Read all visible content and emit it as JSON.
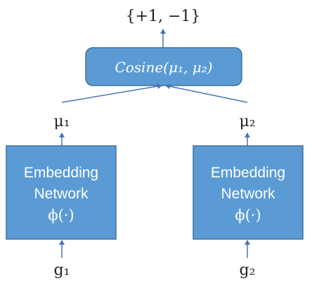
{
  "output_label": "{+1, −1}",
  "cosine_block": {
    "label": "Cosine(μ₁, μ₂)"
  },
  "branches": [
    {
      "embedding_label": "μ₁",
      "network_lines": [
        "Embedding",
        "Network",
        "ϕ(·)"
      ],
      "input_label": "g₁"
    },
    {
      "embedding_label": "μ₂",
      "network_lines": [
        "Embedding",
        "Network",
        "ϕ(·)"
      ],
      "input_label": "g₂"
    }
  ],
  "colors": {
    "box_fill": "#5b9bd5",
    "box_stroke": "#41719c",
    "arrow": "#4a72b8"
  }
}
